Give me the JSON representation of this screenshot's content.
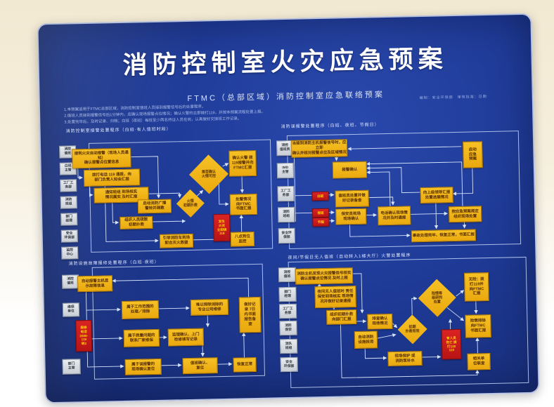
{
  "board": {
    "title": "消防控制室火灾应急预案",
    "subtitle": "FTMC（总部区域）消防控制室应急联络预案",
    "meta": "编制：安全环保部　审核批准：日期",
    "notes": "1.本预案适用于FTMC总部区域，消防控制室值班人员接到报警信号后的处置程序。\n2.值班人员接到报警信号后1分钟内，应确认现场报警点位情况；确认火警的立即拨打119，并按本预案流程处置上报。\n3.处置完毕后，及时记录、归档；白班（夜班）每班至少两名持证人员在岗，认真做好交接班工作记录。"
  },
  "panels": {
    "tl": {
      "title": "消防控制室接警处置程序（白班·有人值班时段）",
      "labels": [
        "消控\n值班",
        "白班\n主管",
        "工厂工\n务部",
        "消防\n班组",
        "部门\n经理",
        "安全\n环保部",
        "监控\n中心"
      ],
      "nodes": {
        "n1": "接到火灾自动报警（现场人员通知）\n确认报警点位置信息",
        "n2": "拨打电话 119 通报，向\n部门负责人知会汇报",
        "n3": "通知班组 到场核实\n情况属实 及时汇报",
        "n4": "启动消防广播\n警铃并疏散",
        "n5": "组织人员疏散\n初期扑救",
        "n6": "引导消防车到场\n配合灭火救援",
        "d_big": "是否确认\n火情可控",
        "d_small": "火情\n初期扑救",
        "r_top": "确认火警 拨\n119报警并向\nFTMC汇报",
        "r_mid": "处警情况\n向FTMC\n书面汇报",
        "red": "发生\n火灾\n立即拨\n119",
        "r_bottom": "八点到位\n监控"
      }
    },
    "tr": {
      "title": "消防误报警处置程序（白班、夜班、节假日）",
      "labels": [
        "消控\n值班员",
        "IMD\n主管",
        "工厂工\n务部",
        "消防\n班组",
        "安全环\n保部"
      ],
      "nodes": {
        "top": "当接到消防主机报警信号时，应立即\n确认并核对报警点位及区域情况",
        "center": "报警确认",
        "launch": "启动\n应急\n预案",
        "red1": "白班",
        "red2": "夜班",
        "red3": "节假",
        "a": "值班员处置并做\n好记录备查",
        "b": "保安员到场\n现场确认",
        "c": "电话确认现场情\n况并及时通报",
        "d": "向上级领导汇报\n处置进展情况",
        "e": "按应急预案规定\n组织现场处置",
        "bottom": "事故处理完毕、恢复正常，书面汇报"
      }
    },
    "bl": {
      "title": "消防设施故障报修处置程序（白班·夜班）",
      "labels": [
        "消控\n值班",
        "维保\n单位",
        "部门\n主管"
      ],
      "nodes": {
        "top": "自动报警主机显\n示故障信息",
        "r1a": "属于工作范围的\n处理／排除",
        "r1b": "难以排除消除的\n专业公司维修",
        "r2a": "属于质量问题的\n联系厂家维保",
        "r2b": "监理确认、上门\n检修填写记录",
        "r3a": "属于误报警的\n现场确认复位",
        "r3b": "值班确认、\n复位",
        "r3c": "恢复正常",
        "note": "做好记\n录 7日\n内书面\n报告备\n查",
        "red": "报修\n电话\n2008-\n119\n转2"
      }
    },
    "br": {
      "title": "夜间/节假日无人值班（自动转入1楼大厅）火警处置程序",
      "labels": [
        "消控\n值班",
        "部门\n经理",
        "工厂工\n务部",
        "消防\n保安",
        "消队\n班组",
        "安全\n环保部"
      ],
      "nodes": {
        "top": "消防主机发现火灾报警信号核实\n确认报警点位情况 及时上报",
        "second": "夜间无人值班时 责任\n保安到场核实 现场情\n况并做好记录通报",
        "third": "组织初期扑救\n向部门汇报",
        "check": "排查确认\n现场情况",
        "facility": "自动消防\n设施投用",
        "d_small": "初期\n扑救有效",
        "d_big": "险情等\n级研判\n处置",
        "no_danger": "无险：拨\n打119并\n向FTMC\n汇报",
        "resolved": "险情排除\n向FTMC\n书面汇报",
        "red": "有人员\n伤亡 拨\n打120\n110",
        "joint": "相关单\n位联查",
        "protect": "现场保护 或\n消防泵补水"
      }
    }
  }
}
